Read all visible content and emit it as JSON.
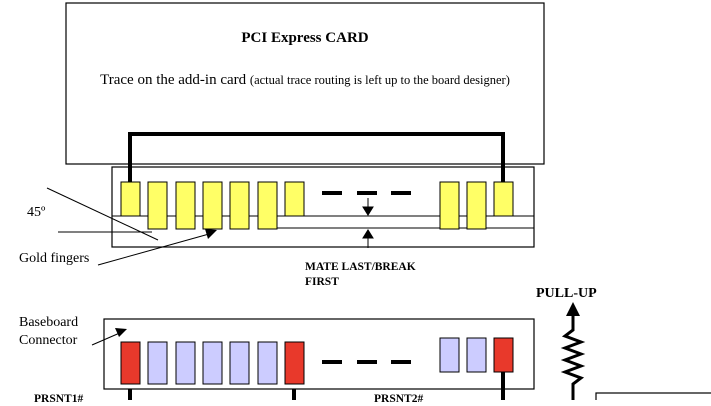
{
  "card": {
    "title": "PCI Express CARD",
    "trace_main": "Trace on the add-in card ",
    "trace_note": "(actual trace routing is left up to the board designer)"
  },
  "labels": {
    "angle": "45º",
    "gold_fingers": "Gold fingers",
    "mate_line1": "MATE LAST/BREAK",
    "mate_line2": "FIRST",
    "baseboard_line1": "Baseboard",
    "baseboard_line2": "Connector",
    "pull_up": "PULL-UP",
    "cut_left": "PRSNT1#",
    "cut_right": "PRSNT2#"
  },
  "colors": {
    "gold_finger": "#ffff66",
    "connector_pin": "#ccccff",
    "present_pin": "#e8392b",
    "line": "#000000"
  }
}
